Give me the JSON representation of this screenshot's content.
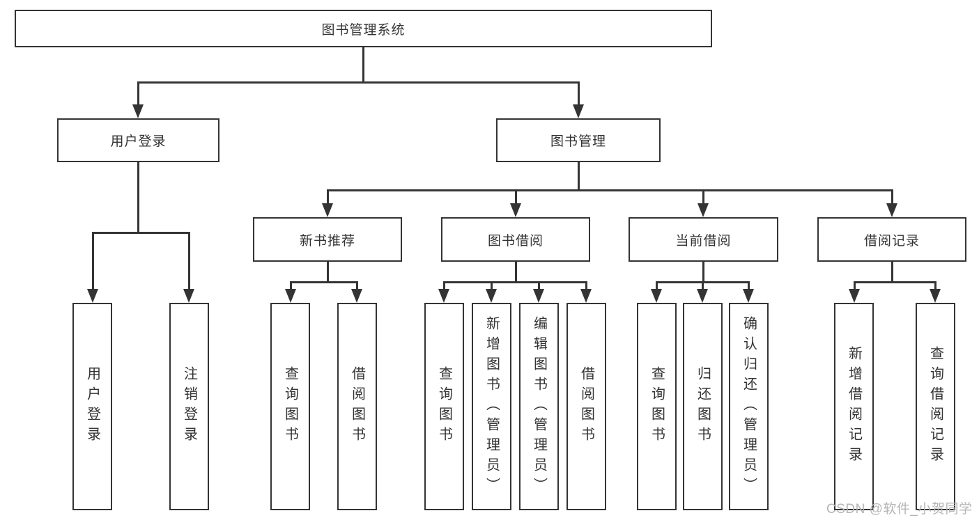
{
  "tree": {
    "label": "图书管理系统",
    "children": [
      {
        "label": "用户登录",
        "children": [
          {
            "label": "用户登录"
          },
          {
            "label": "注销登录"
          }
        ]
      },
      {
        "label": "图书管理",
        "children": [
          {
            "label": "新书推荐",
            "children": [
              {
                "label": "查询图书"
              },
              {
                "label": "借阅图书"
              }
            ]
          },
          {
            "label": "图书借阅",
            "children": [
              {
                "label": "查询图书"
              },
              {
                "label": "新增图书（管理员）"
              },
              {
                "label": "编辑图书（管理员）"
              },
              {
                "label": "借阅图书"
              }
            ]
          },
          {
            "label": "当前借阅",
            "children": [
              {
                "label": "查询图书"
              },
              {
                "label": "归还图书"
              },
              {
                "label": "确认归还（管理员）"
              }
            ]
          },
          {
            "label": "借阅记录",
            "children": [
              {
                "label": "新增借阅记录"
              },
              {
                "label": "查询借阅记录"
              }
            ]
          }
        ]
      }
    ]
  },
  "watermark": {
    "text": "CSDN @软件_小贺同学"
  },
  "colors": {
    "line": "#343434",
    "text": "#333333",
    "box_fill": "#ffffff",
    "watermark": "#b5b5b5",
    "background": "#ffffff"
  }
}
